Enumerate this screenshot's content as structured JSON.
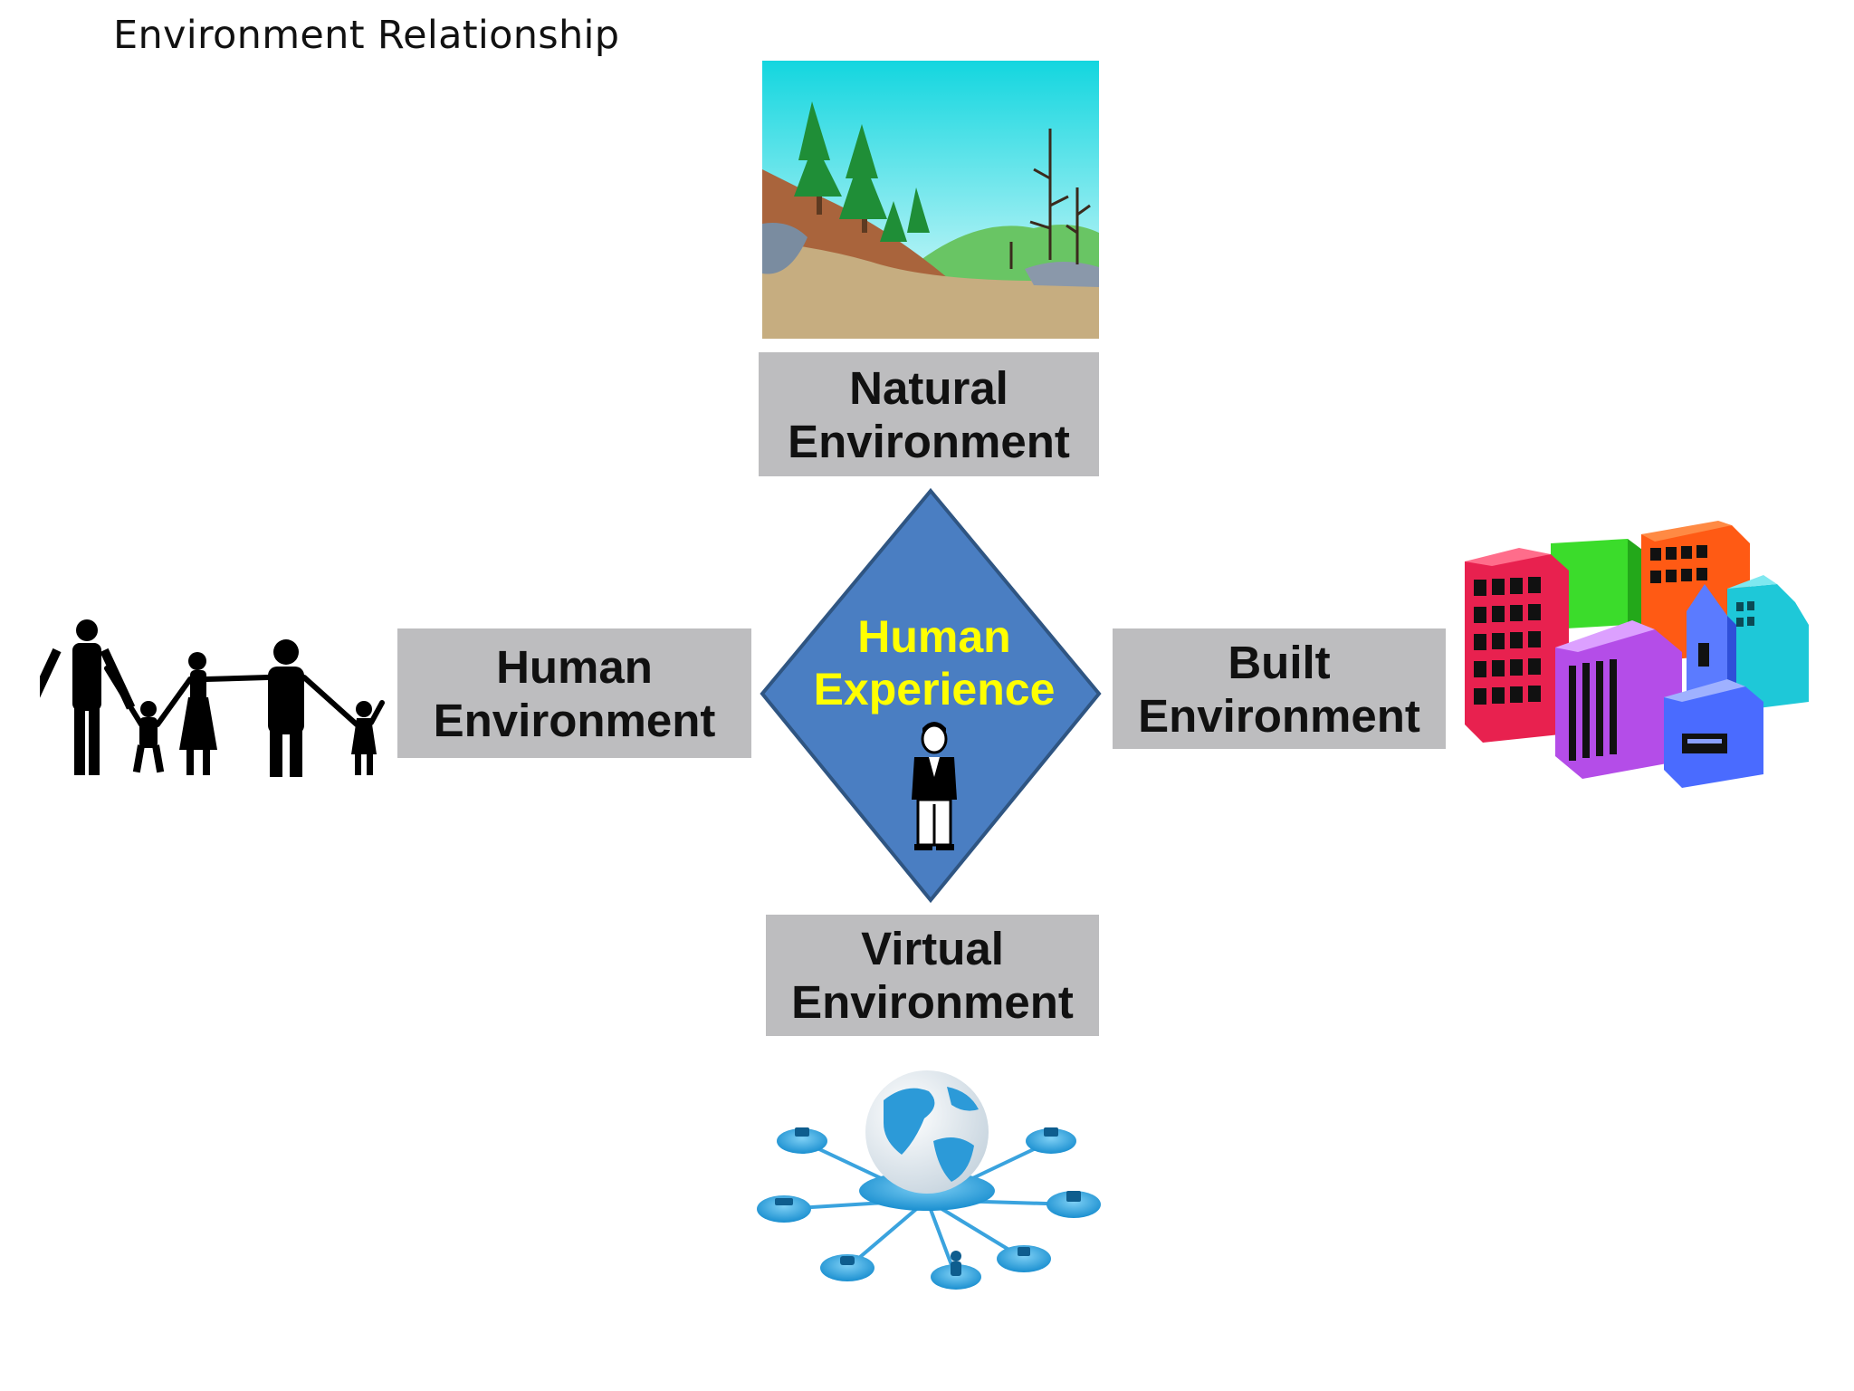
{
  "title": "Environment Relationship",
  "labels": {
    "natural": [
      "Natural",
      "Environment"
    ],
    "human": [
      "Human",
      "Environment"
    ],
    "built": [
      "Built",
      "Environment"
    ],
    "virtual": [
      "Virtual",
      "Environment"
    ]
  },
  "center": {
    "line1": "Human",
    "line2": "Experience"
  },
  "colors": {
    "label_bg": "#bdbdbf",
    "diamond_fill": "#4a7ec2",
    "diamond_stroke": "#2f5582",
    "center_text": "#ffff00"
  },
  "icons": {
    "natural": "natural-landscape-icon",
    "human": "family-silhouette-icon",
    "built": "city-buildings-icon",
    "virtual": "network-globe-icon",
    "center": "person-icon"
  }
}
